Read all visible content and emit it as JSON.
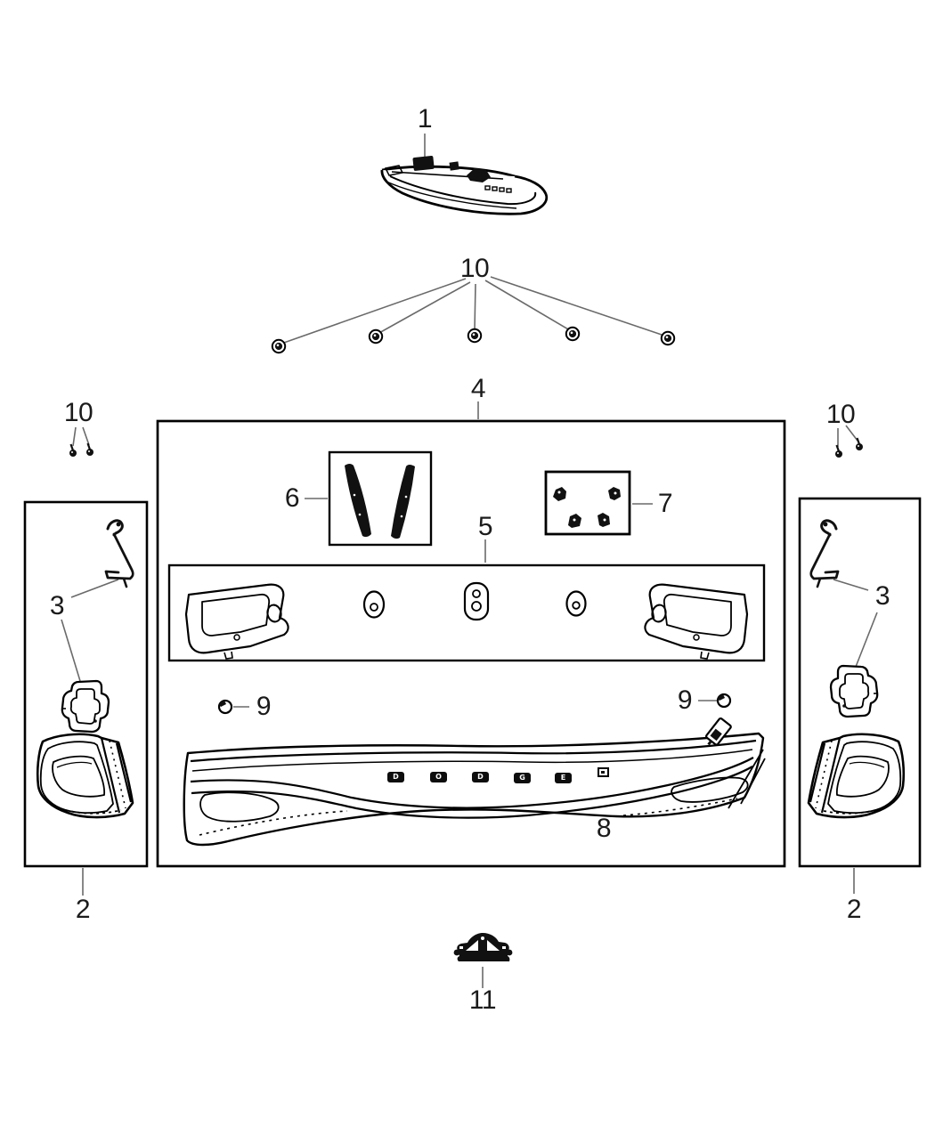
{
  "colors": {
    "background": "#ffffff",
    "line_art": "#000000",
    "leader_line": "#6a6a6a",
    "label_text": "#1b1b1b"
  },
  "callouts": {
    "c1": "1",
    "c2_left": "2",
    "c2_right": "2",
    "c3_left": "3",
    "c3_right": "3",
    "c4": "4",
    "c5": "5",
    "c6": "6",
    "c7": "7",
    "c8": "8",
    "c9_left": "9",
    "c9_right": "9",
    "c10_top": "10",
    "c10_left": "10",
    "c10_right": "10",
    "c11": "11"
  },
  "applique": {
    "letters": [
      "D",
      "O",
      "D",
      "G",
      "E"
    ]
  }
}
